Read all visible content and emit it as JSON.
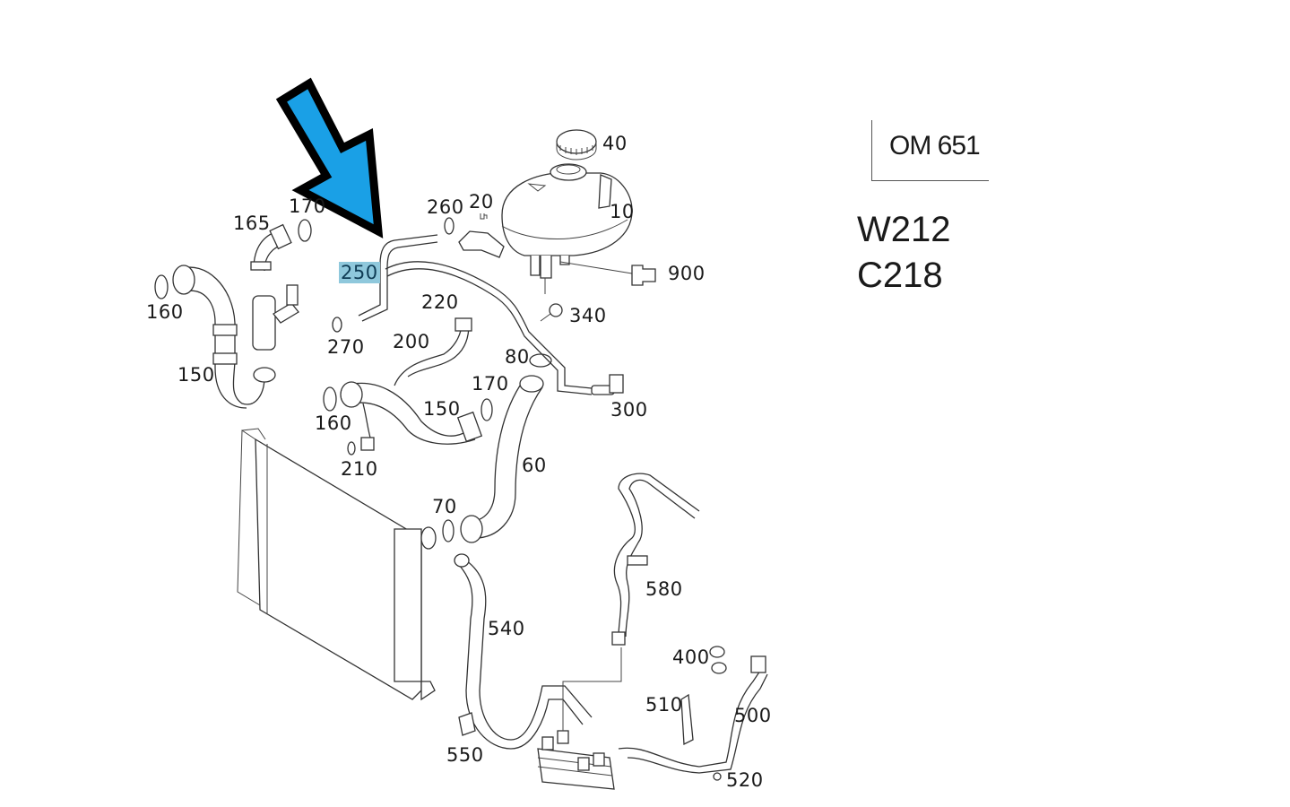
{
  "diagram": {
    "title": "Coolant hoses and expansion tank",
    "engine_code": "OM 651",
    "models": [
      "W212",
      "C218"
    ],
    "highlighted_part": "250",
    "pointer_arrow_color": "#1aa0e6",
    "highlight_color": "#8fc8dc",
    "callouts": [
      {
        "id": "40",
        "text": "40"
      },
      {
        "id": "10",
        "text": "10"
      },
      {
        "id": "20",
        "text": "20"
      },
      {
        "id": "260",
        "text": "260"
      },
      {
        "id": "170a",
        "text": "170"
      },
      {
        "id": "165",
        "text": "165"
      },
      {
        "id": "250",
        "text": "250"
      },
      {
        "id": "900",
        "text": "900"
      },
      {
        "id": "160a",
        "text": "160"
      },
      {
        "id": "220",
        "text": "220"
      },
      {
        "id": "340",
        "text": "340"
      },
      {
        "id": "270",
        "text": "270"
      },
      {
        "id": "200",
        "text": "200"
      },
      {
        "id": "150a",
        "text": "150"
      },
      {
        "id": "80",
        "text": "80"
      },
      {
        "id": "170b",
        "text": "170"
      },
      {
        "id": "300",
        "text": "300"
      },
      {
        "id": "160b",
        "text": "160"
      },
      {
        "id": "150b",
        "text": "150"
      },
      {
        "id": "210",
        "text": "210"
      },
      {
        "id": "60",
        "text": "60"
      },
      {
        "id": "70",
        "text": "70"
      },
      {
        "id": "580",
        "text": "580"
      },
      {
        "id": "540",
        "text": "540"
      },
      {
        "id": "400",
        "text": "400"
      },
      {
        "id": "510",
        "text": "510"
      },
      {
        "id": "500",
        "text": "500"
      },
      {
        "id": "550",
        "text": "550"
      },
      {
        "id": "520",
        "text": "520"
      }
    ]
  }
}
